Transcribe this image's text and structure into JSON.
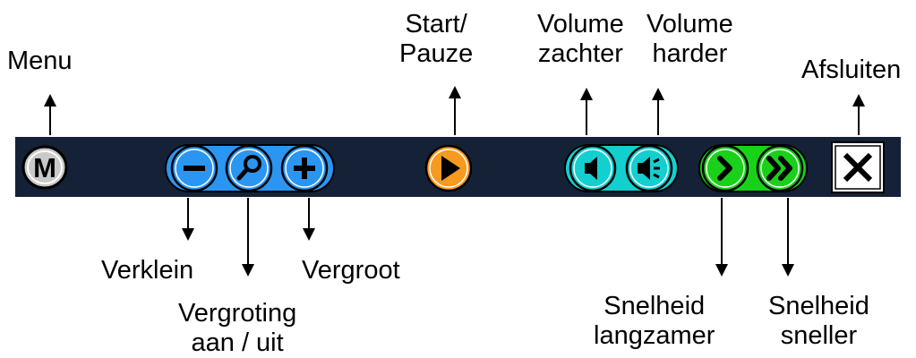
{
  "colors": {
    "toolbar_bg": "#152136",
    "menu_button": "#c9c9c9",
    "zoom_buttons": "#2b96f1",
    "play_button": "#f79a22",
    "volume_buttons": "#13cfcf",
    "speed_buttons": "#1ad11a",
    "close_button": "#ffffff"
  },
  "icons": {
    "menu": "letter-m-icon",
    "zoom_out": "minus-icon",
    "zoom_toggle": "magnifier-icon",
    "zoom_in": "plus-icon",
    "play_pause": "play-icon",
    "volume_down": "speaker-icon",
    "volume_up": "speaker-loud-icon",
    "speed_down": "chevron-right-icon",
    "speed_up": "double-chevron-right-icon",
    "close": "x-icon"
  },
  "menu_letter": "M",
  "labels": {
    "menu": "Menu",
    "start_pause": [
      "Start/",
      "Pauze"
    ],
    "volume_down": [
      "Volume",
      "zachter"
    ],
    "volume_up": [
      "Volume",
      "harder"
    ],
    "close": "Afsluiten",
    "zoom_out": "Verklein",
    "zoom_toggle": [
      "Vergroting",
      "aan / uit"
    ],
    "zoom_in": "Vergroot",
    "speed_down": [
      "Snelheid",
      "langzamer"
    ],
    "speed_up": [
      "Snelheid",
      "sneller"
    ]
  }
}
